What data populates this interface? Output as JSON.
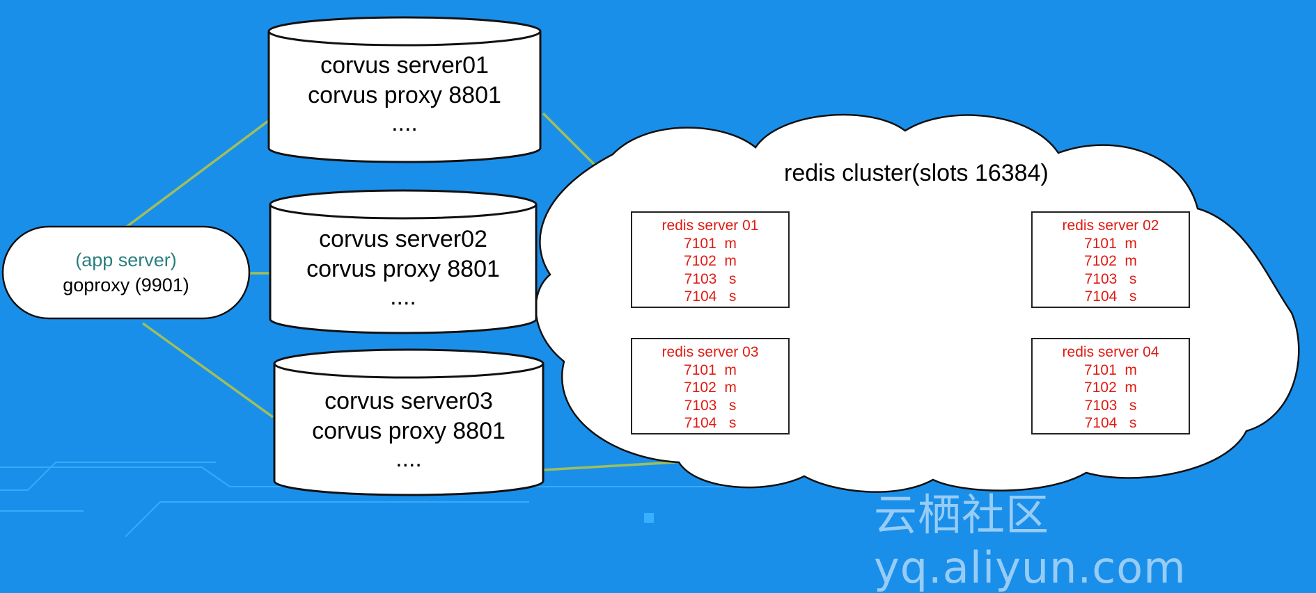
{
  "colors": {
    "background": "#1a8fea",
    "connector": "#9fbf5a",
    "redis_text": "#e01b12",
    "app_role_text": "#2a7f80",
    "deco_lines": "#3fb2ff"
  },
  "app_server": {
    "role": "(app server)",
    "name": "goproxy (9901)"
  },
  "corvus_servers": [
    {
      "name": "corvus server01",
      "proxy": "corvus proxy 8801",
      "more": "...."
    },
    {
      "name": "corvus server02",
      "proxy": "corvus proxy 8801",
      "more": "...."
    },
    {
      "name": "corvus server03",
      "proxy": "corvus proxy 8801",
      "more": "...."
    }
  ],
  "cluster": {
    "title": "redis cluster(slots 16384)",
    "servers": [
      {
        "name": "redis server 01",
        "ports": [
          "7101  m",
          "7102  m",
          "7103   s",
          "7104   s"
        ]
      },
      {
        "name": "redis server 02",
        "ports": [
          "7101  m",
          "7102  m",
          "7103   s",
          "7104   s"
        ]
      },
      {
        "name": "redis server 03",
        "ports": [
          "7101  m",
          "7102  m",
          "7103   s",
          "7104   s"
        ]
      },
      {
        "name": "redis server 04",
        "ports": [
          "7101  m",
          "7102  m",
          "7103   s",
          "7104   s"
        ]
      }
    ]
  },
  "watermark": "云栖社区 yq.aliyun.com"
}
